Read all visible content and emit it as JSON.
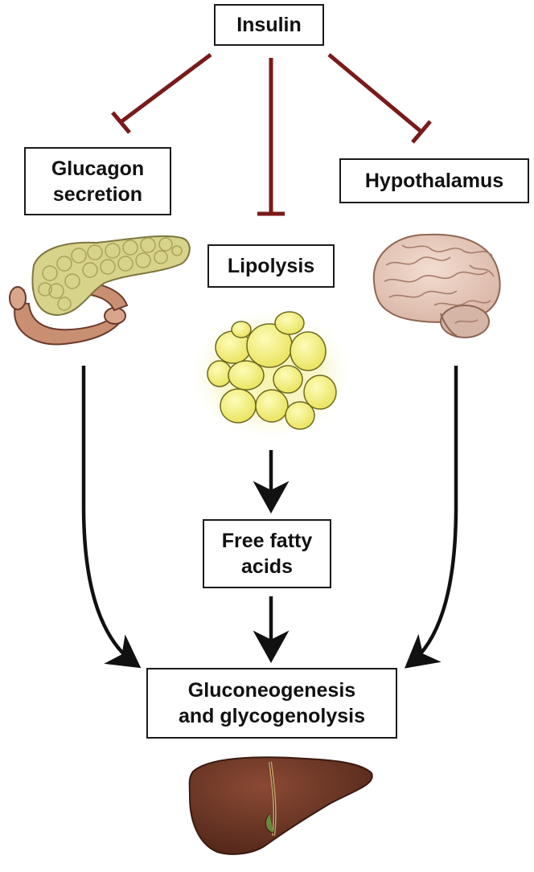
{
  "nodes": {
    "insulin": "Insulin",
    "glucagon_line1": "Glucagon",
    "glucagon_line2": "secretion",
    "hypothalamus": "Hypothalamus",
    "lipolysis": "Lipolysis",
    "ffa_line1": "Free fatty",
    "ffa_line2": "acids",
    "gluco_line1": "Gluconeogenesis",
    "gluco_line2": "and glycogenolysis"
  },
  "organs": [
    "pancreas",
    "adipocytes",
    "brain",
    "liver"
  ],
  "colors": {
    "inhibition": "#7a1a1a",
    "activation": "#111111",
    "pancreas": "#d9d48a",
    "adipocyte": "#f3f07a",
    "brain": "#e8cfc0",
    "liver": "#6b3424"
  }
}
